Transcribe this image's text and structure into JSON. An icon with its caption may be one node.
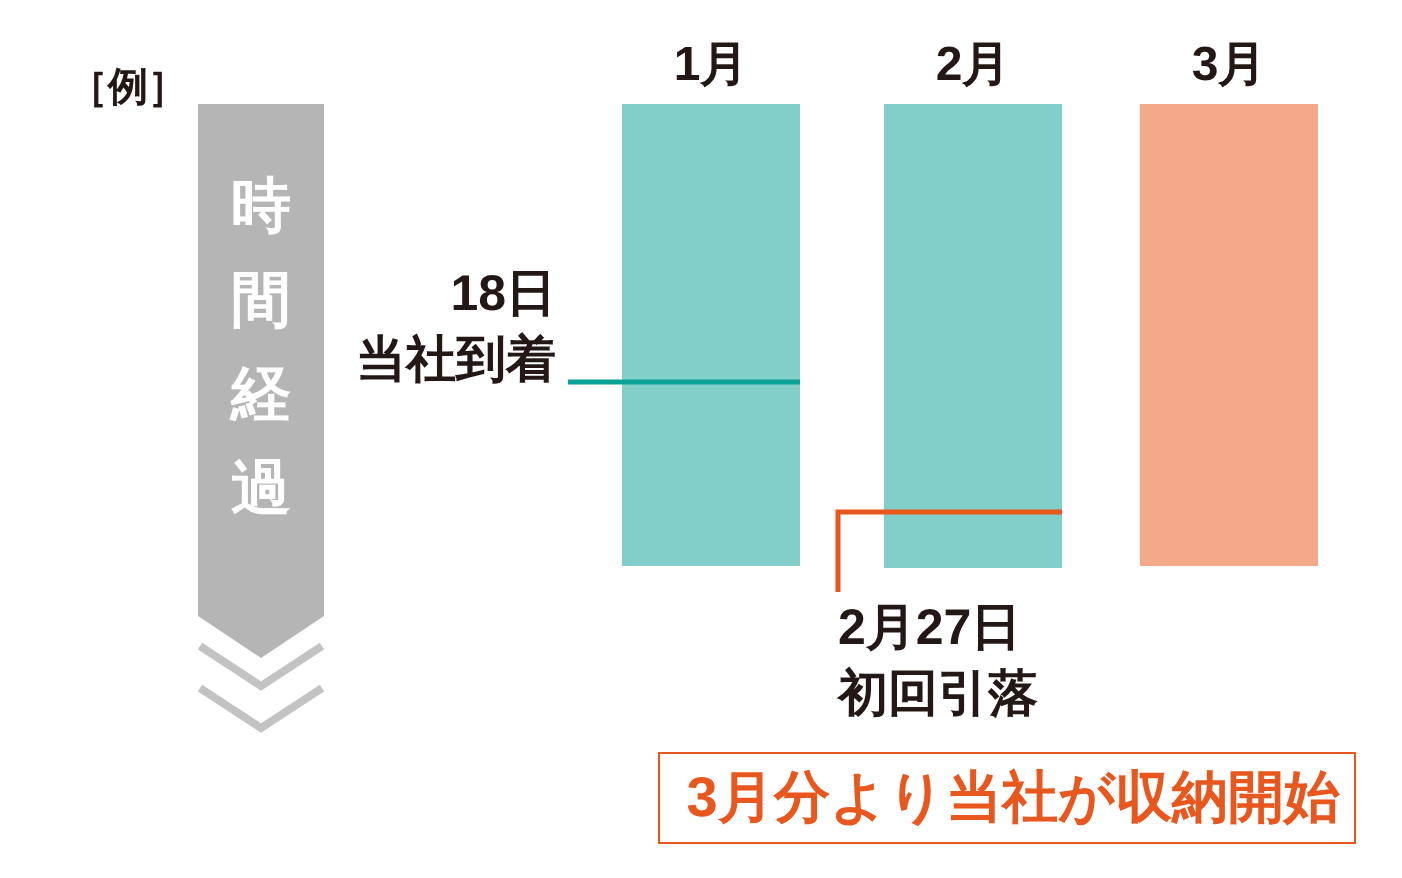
{
  "diagram": {
    "nodes": [
      {
        "text": [
          "時間経過"
        ]
      },
      {
        "text": [
          "1月"
        ]
      },
      {
        "text": [
          "2月"
        ]
      },
      {
        "text": [
          "3月"
        ]
      },
      {
        "text": [
          "18日",
          "当社到着"
        ]
      },
      {
        "text": [
          "2月27日",
          "初回引落"
        ]
      },
      {
        "text": [
          "3月分より当社が収納開始"
        ]
      }
    ],
    "edges": [
      {
        "from": 4,
        "to": 1,
        "arrow": "none",
        "color": "#0aa196"
      },
      {
        "from": 5,
        "to": 2,
        "arrow": "none",
        "color": "#e8571e"
      }
    ],
    "labels": [
      "［例］"
    ]
  }
}
